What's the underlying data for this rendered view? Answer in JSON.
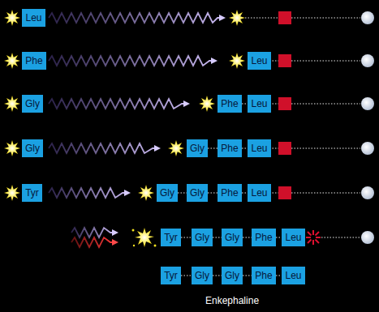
{
  "diagram": {
    "nodes": [
      {
        "text": [
          "Leu"
        ]
      },
      {
        "text": [
          "Phe"
        ]
      },
      {
        "text": [
          "Leu"
        ]
      },
      {
        "text": [
          "Gly"
        ]
      },
      {
        "text": [
          "Phe"
        ]
      },
      {
        "text": [
          "Leu"
        ]
      },
      {
        "text": [
          "Gly"
        ]
      },
      {
        "text": [
          "Gly"
        ]
      },
      {
        "text": [
          "Phe"
        ]
      },
      {
        "text": [
          "Leu"
        ]
      },
      {
        "text": [
          "Tyr"
        ]
      },
      {
        "text": [
          "Gly"
        ]
      },
      {
        "text": [
          "Gly"
        ]
      },
      {
        "text": [
          "Phe"
        ]
      },
      {
        "text": [
          "Leu"
        ]
      },
      {
        "text": [
          "Tyr"
        ]
      },
      {
        "text": [
          "Gly"
        ]
      },
      {
        "text": [
          "Gly"
        ]
      },
      {
        "text": [
          "Phe"
        ]
      },
      {
        "text": [
          "Leu"
        ]
      },
      {
        "text": [
          "Tyr"
        ]
      },
      {
        "text": [
          "Gly"
        ]
      },
      {
        "text": [
          "Gly"
        ]
      },
      {
        "text": [
          "Phe"
        ]
      },
      {
        "text": [
          "Leu"
        ]
      }
    ],
    "edges": [
      {
        "from": 4,
        "to": 5,
        "arrow": "none"
      },
      {
        "from": 7,
        "to": 8,
        "arrow": "none"
      },
      {
        "from": 8,
        "to": 9,
        "arrow": "none"
      },
      {
        "from": 11,
        "to": 12,
        "arrow": "none"
      },
      {
        "from": 12,
        "to": 13,
        "arrow": "none"
      },
      {
        "from": 13,
        "to": 14,
        "arrow": "none"
      },
      {
        "from": 15,
        "to": 16,
        "arrow": "none"
      },
      {
        "from": 16,
        "to": 17,
        "arrow": "none"
      },
      {
        "from": 17,
        "to": 18,
        "arrow": "none"
      },
      {
        "from": 18,
        "to": 19,
        "arrow": "none"
      },
      {
        "from": 20,
        "to": 21,
        "arrow": "none"
      },
      {
        "from": 21,
        "to": 22,
        "arrow": "none"
      },
      {
        "from": 22,
        "to": 23,
        "arrow": "none"
      },
      {
        "from": 23,
        "to": 24,
        "arrow": "none"
      }
    ],
    "labels": [
      "Enkephaline"
    ]
  }
}
